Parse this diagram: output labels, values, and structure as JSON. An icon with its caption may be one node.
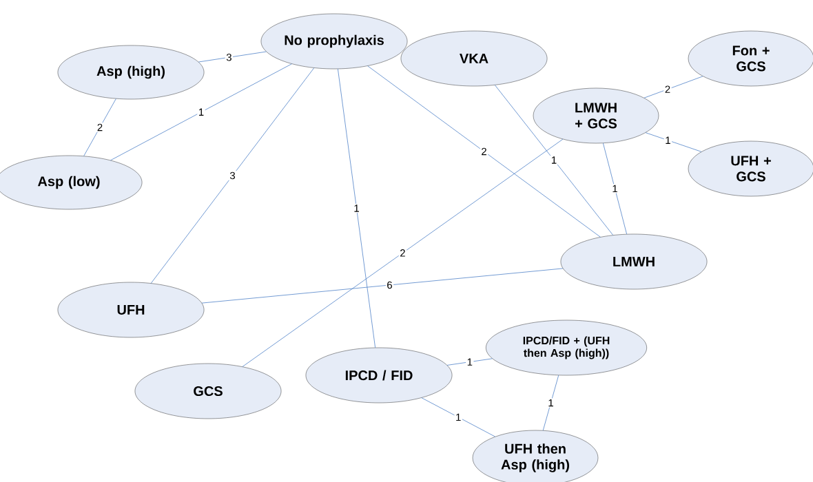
{
  "diagram": {
    "nodes": [
      {
        "text": [
          "No prophylaxis"
        ]
      },
      {
        "text": [
          "Asp (high)"
        ]
      },
      {
        "text": [
          "VKA"
        ]
      },
      {
        "text": [
          "Fon + GCS"
        ]
      },
      {
        "text": [
          "LMWH + GCS"
        ]
      },
      {
        "text": [
          "Asp (low)"
        ]
      },
      {
        "text": [
          "UFH + GCS"
        ]
      },
      {
        "text": [
          "LMWH"
        ]
      },
      {
        "text": [
          "UFH"
        ]
      },
      {
        "text": [
          "IPCD/FID + (UFH then Asp (high))"
        ]
      },
      {
        "text": [
          "GCS"
        ]
      },
      {
        "text": [
          "IPCD / FID"
        ]
      },
      {
        "text": [
          "UFH then Asp (high)"
        ]
      }
    ],
    "edges": [
      {
        "from": 0,
        "to": 1,
        "arrow": "none",
        "label": "3"
      },
      {
        "from": 1,
        "to": 5,
        "arrow": "none",
        "label": "2"
      },
      {
        "from": 0,
        "to": 5,
        "arrow": "none",
        "label": "1"
      },
      {
        "from": 0,
        "to": 8,
        "arrow": "none",
        "label": "3"
      },
      {
        "from": 0,
        "to": 11,
        "arrow": "none",
        "label": "1"
      },
      {
        "from": 0,
        "to": 7,
        "arrow": "none",
        "label": "2"
      },
      {
        "from": 2,
        "to": 7,
        "arrow": "none",
        "label": "1"
      },
      {
        "from": 4,
        "to": 3,
        "arrow": "none",
        "label": "2"
      },
      {
        "from": 4,
        "to": 6,
        "arrow": "none",
        "label": "1"
      },
      {
        "from": 4,
        "to": 7,
        "arrow": "none",
        "label": "1"
      },
      {
        "from": 4,
        "to": 10,
        "arrow": "none",
        "label": "2"
      },
      {
        "from": 8,
        "to": 7,
        "arrow": "none",
        "label": "6"
      },
      {
        "from": 11,
        "to": 9,
        "arrow": "none",
        "label": "1"
      },
      {
        "from": 11,
        "to": 12,
        "arrow": "none",
        "label": "1"
      },
      {
        "from": 9,
        "to": 12,
        "arrow": "none",
        "label": "1"
      }
    ]
  }
}
